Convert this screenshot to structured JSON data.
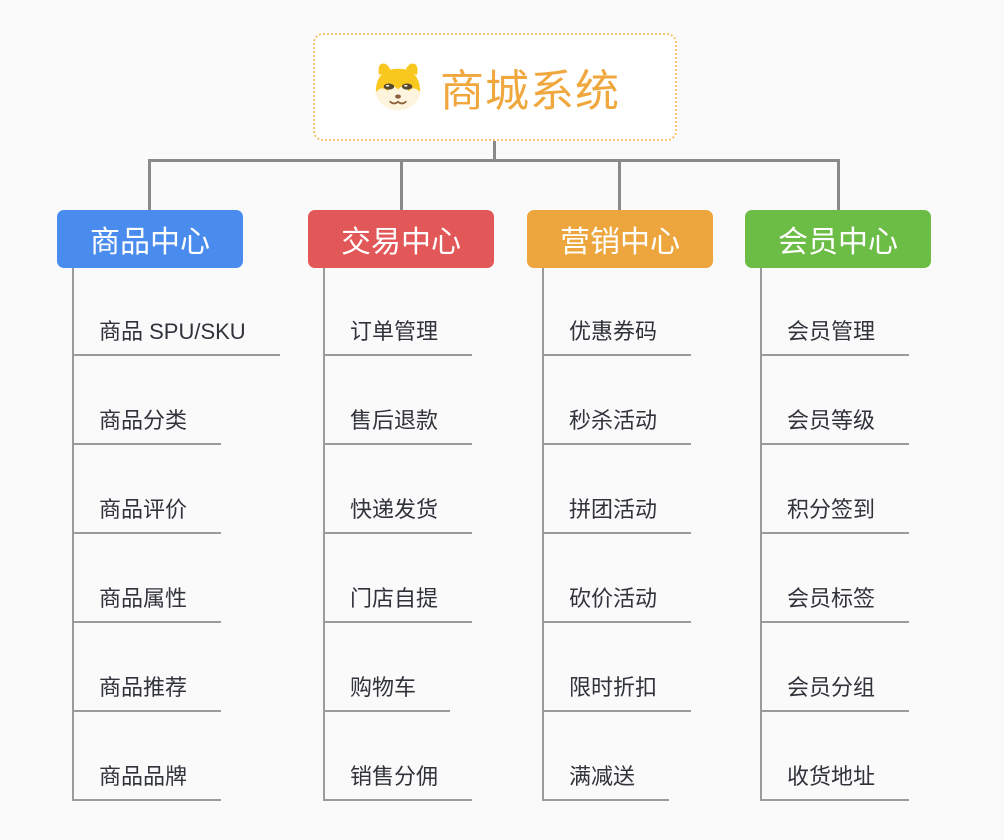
{
  "root": {
    "title": "商城系统",
    "icon": "shiba-dog-icon"
  },
  "branches": [
    {
      "label": "商品中心",
      "color": "#4a8cee",
      "children": [
        "商品 SPU/SKU",
        "商品分类",
        "商品评价",
        "商品属性",
        "商品推荐",
        "商品品牌"
      ]
    },
    {
      "label": "交易中心",
      "color": "#e25758",
      "children": [
        "订单管理",
        "售后退款",
        "快递发货",
        "门店自提",
        "购物车",
        "销售分佣"
      ]
    },
    {
      "label": "营销中心",
      "color": "#eda63d",
      "children": [
        "优惠券码",
        "秒杀活动",
        "拼团活动",
        "砍价活动",
        "限时折扣",
        "满减送"
      ]
    },
    {
      "label": "会员中心",
      "color": "#6bbd45",
      "children": [
        "会员管理",
        "会员等级",
        "积分签到",
        "会员标签",
        "会员分组",
        "收货地址"
      ]
    }
  ],
  "colors": {
    "background": "#fafafa",
    "connector": "#8a8a8a",
    "underline": "#9b9b9b",
    "leaf_text": "#31333b",
    "root_border": "#f5c46d",
    "root_title": "#f0a73e"
  }
}
